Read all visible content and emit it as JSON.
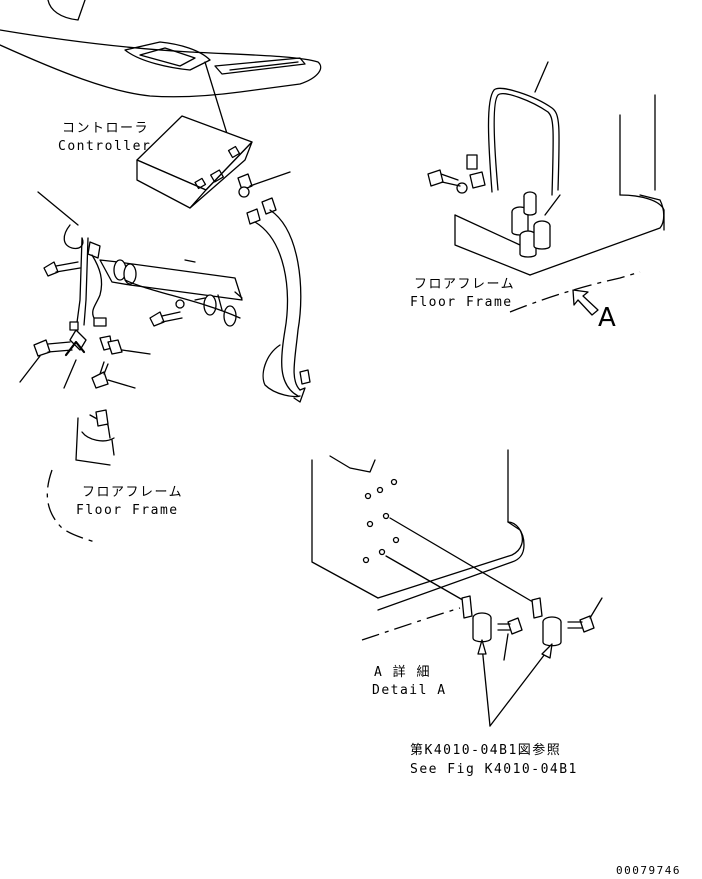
{
  "labels": {
    "controller_jp": "コントローラ",
    "controller_en": "Controller",
    "floor_frame_top_jp": "フロアフレーム",
    "floor_frame_top_en": "Floor Frame",
    "floor_frame_left_jp": "フロアフレーム",
    "floor_frame_left_en": "Floor Frame",
    "view_arrow_letter": "A",
    "detail_jp": "A 詳 細",
    "detail_en": "Detail A",
    "see_fig_jp": "第K4010-04B1図参照",
    "see_fig_en": "See Fig K4010-04B1",
    "drawing_number": "00079746"
  }
}
